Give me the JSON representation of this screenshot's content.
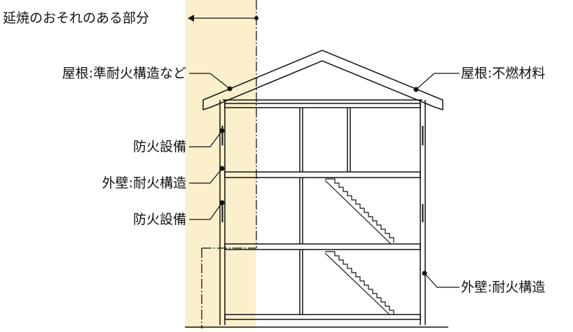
{
  "colors": {
    "fire_zone": "#fbf0cb",
    "line": "#111111",
    "background": "#ffffff"
  },
  "labels": {
    "spread_zone": "延焼のおそれのある部分",
    "roof_left": "屋根:準耐火構造など",
    "roof_right": "屋根:不燃材料",
    "fire_equipment_upper": "防火設備",
    "exterior_wall_left": "外壁:耐火構造",
    "fire_equipment_lower": "防火設備",
    "exterior_wall_right": "外壁:耐火構造"
  }
}
